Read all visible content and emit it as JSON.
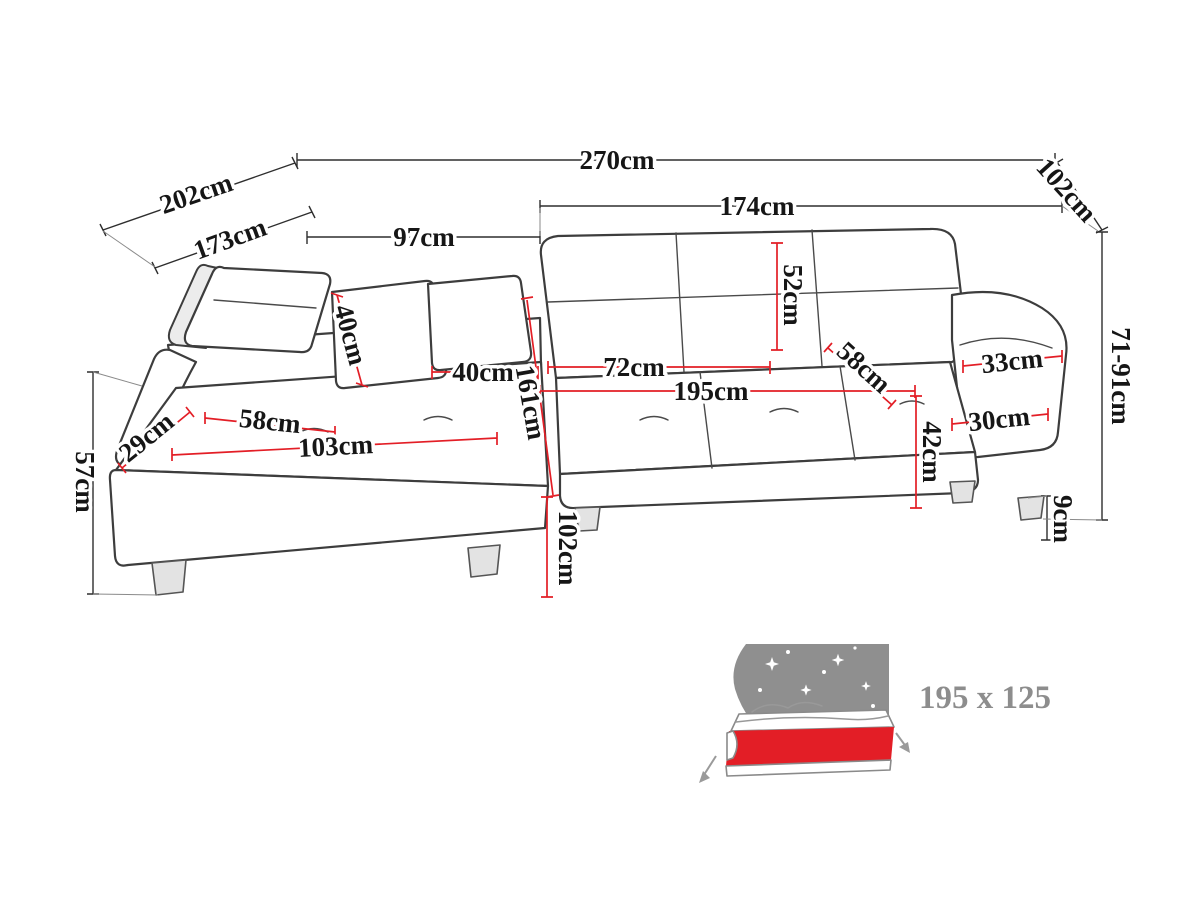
{
  "diagram": {
    "product": "corner-sofa-dimension-drawing",
    "unit": "cm",
    "colors": {
      "dimension_red": "#e31e26",
      "outline_gray": "#3d3d3d",
      "label_black": "#161616",
      "bed_icon_gray": "#8f8f8f"
    },
    "dims": {
      "top_width": "270cm",
      "left_outer_length": "202cm",
      "right_side_depth": "102cm",
      "left_inner_length": "173cm",
      "back_left_segment": "97cm",
      "back_right_segment": "174cm",
      "total_height": "71-91cm",
      "chaise_side_height": "57cm",
      "leg_height": "9cm",
      "sleeping_width": "195cm",
      "seat_segment": "72cm",
      "backrest_height": "52cm",
      "seat_depth_right": "58cm",
      "armrest_top_width": "33cm",
      "armrest_bottom_width": "30cm",
      "seat_height": "42cm",
      "headrest_pillow_height": "40cm",
      "pillow_width": "40cm",
      "chaise_seat_depth": "58cm",
      "chaise_seat_length": "103cm",
      "front_corner_width": "29cm",
      "chaise_total_length": "161cm",
      "chaise_front_width": "102cm"
    },
    "bed_icon": {
      "size_label": "195 x 125"
    }
  }
}
